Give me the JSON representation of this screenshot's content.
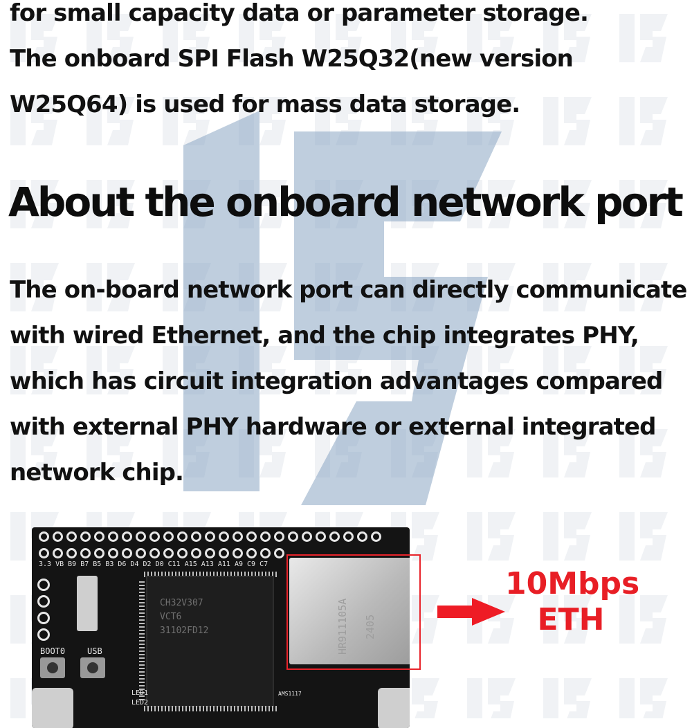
{
  "intro_paragraph_lines": [
    "for small capacity data or parameter storage.",
    "The onboard SPI Flash W25Q32(new version",
    "W25Q64) is used for mass data storage."
  ],
  "section_heading": "About the onboard network port",
  "network_paragraph_lines": [
    "The on-board network port can directly communicate",
    "with wired Ethernet, and the chip integrates PHY,",
    "which has circuit integration advantages compared",
    "with external PHY hardware or external integrated",
    "network chip."
  ],
  "board": {
    "silkscreen_row": "3.3  VB  B9  B7  B5  B3  D6  D4  D2  D0  C11 A15 A13 A11  A9  C9  C7",
    "chip_marking": [
      "CH32V307",
      "VCT6",
      "31102FD12"
    ],
    "connector_marking": "HR911105A",
    "connector_date": "2405",
    "boot_label": "BOOT0",
    "usb_label": "USB",
    "led1_label": "LED1",
    "led2_label": "LED2",
    "regulator_marking": "AMS1117"
  },
  "callout": {
    "speed": "10Mbps",
    "interface": "ETH",
    "color": "#e81e25"
  },
  "colors": {
    "text": "#111111",
    "watermark": "#3a6a9a",
    "highlight_box": "#e8242b"
  }
}
